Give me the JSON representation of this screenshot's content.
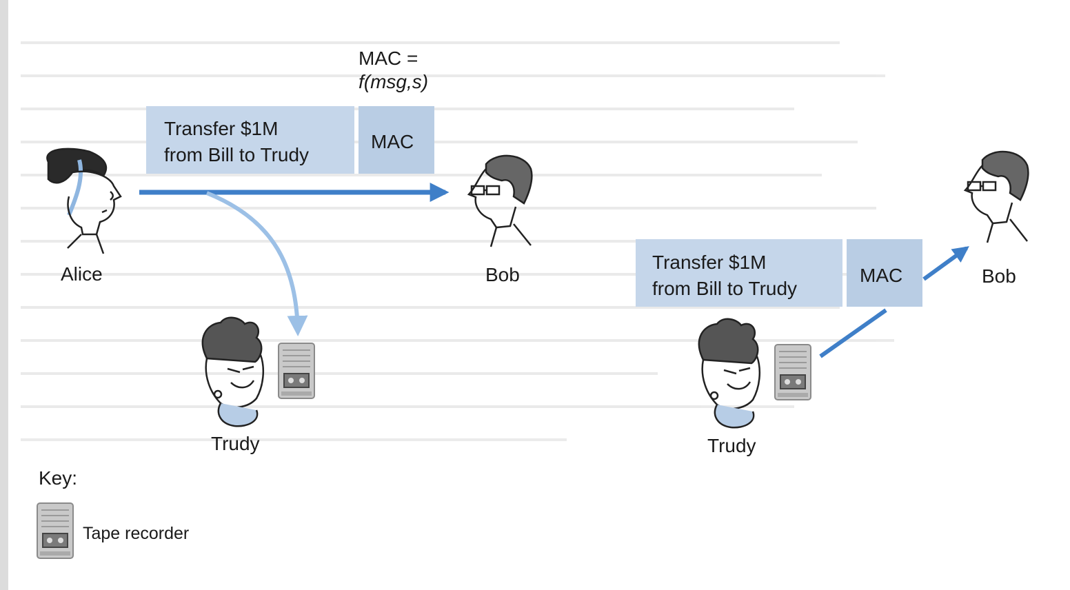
{
  "figure": {
    "mac_formula": {
      "line1": "MAC =",
      "line2_func": "f",
      "line2_args": "(msg,s)"
    },
    "message": {
      "line1": "Transfer $1M",
      "line2": "from Bill to Trudy",
      "mac_label": "MAC"
    },
    "people": {
      "alice": "Alice",
      "bob_left": "Bob",
      "trudy_left": "Trudy",
      "bob_right": "Bob",
      "trudy_right": "Trudy"
    },
    "key": {
      "title": "Key:",
      "tape_recorder": "Tape recorder"
    },
    "colors": {
      "arrow": "#3f7fc8",
      "message_box": "#c5d6ea",
      "mac_box": "#b9cde4"
    }
  }
}
